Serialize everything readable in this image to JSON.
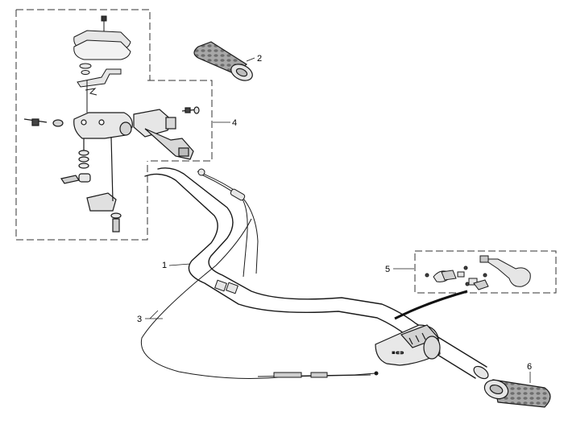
{
  "callouts": [
    {
      "id": "c1",
      "label": "1"
    },
    {
      "id": "c2",
      "label": "2"
    },
    {
      "id": "c3",
      "label": "3"
    },
    {
      "id": "c4",
      "label": "4"
    },
    {
      "id": "c5",
      "label": "5"
    },
    {
      "id": "c6",
      "label": "6"
    }
  ],
  "colors": {
    "line": "#1a1a1a",
    "part_fill": "#e6e6e6",
    "part_shade": "#bdbdbd",
    "grip_fill": "#9a9a9a",
    "dash": "#333333"
  }
}
